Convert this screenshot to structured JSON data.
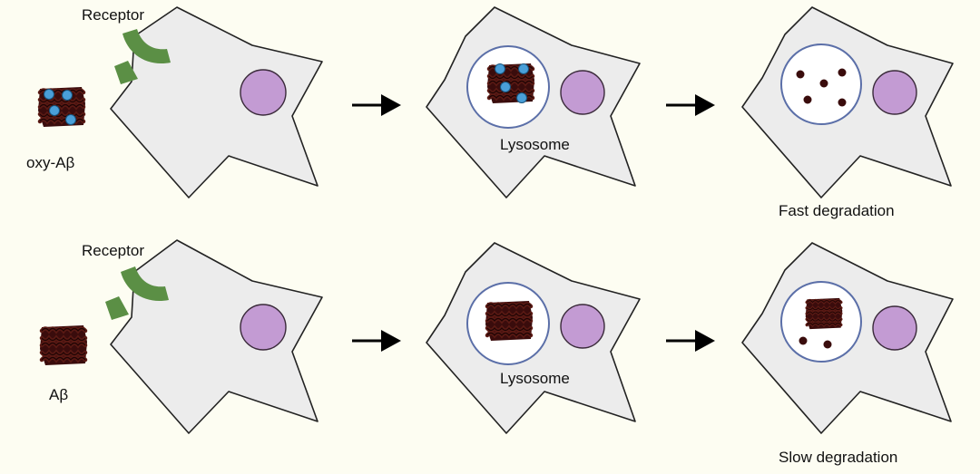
{
  "colors": {
    "background": "#fdfdf2",
    "cell_fill": "#ececec",
    "cell_stroke": "#222222",
    "nucleus_fill": "#c39bd3",
    "nucleus_stroke": "#3a2a3a",
    "receptor": "#5b8f45",
    "aggregate": "#3a0c0c",
    "oxidation_dot": "#4a9fd8",
    "lysosome_stroke": "#5b6fa8",
    "arrow": "#000000"
  },
  "rows": [
    {
      "id": "oxidized",
      "receptor_label": "Receptor",
      "agent_label": "oxy-Aβ",
      "lysosome_label": "Lysosome",
      "outcome_label": "Fast degradation"
    },
    {
      "id": "native",
      "receptor_label": "Receptor",
      "agent_label": "Aβ",
      "lysosome_label": "Lysosome",
      "outcome_label": "Slow degradation"
    }
  ]
}
